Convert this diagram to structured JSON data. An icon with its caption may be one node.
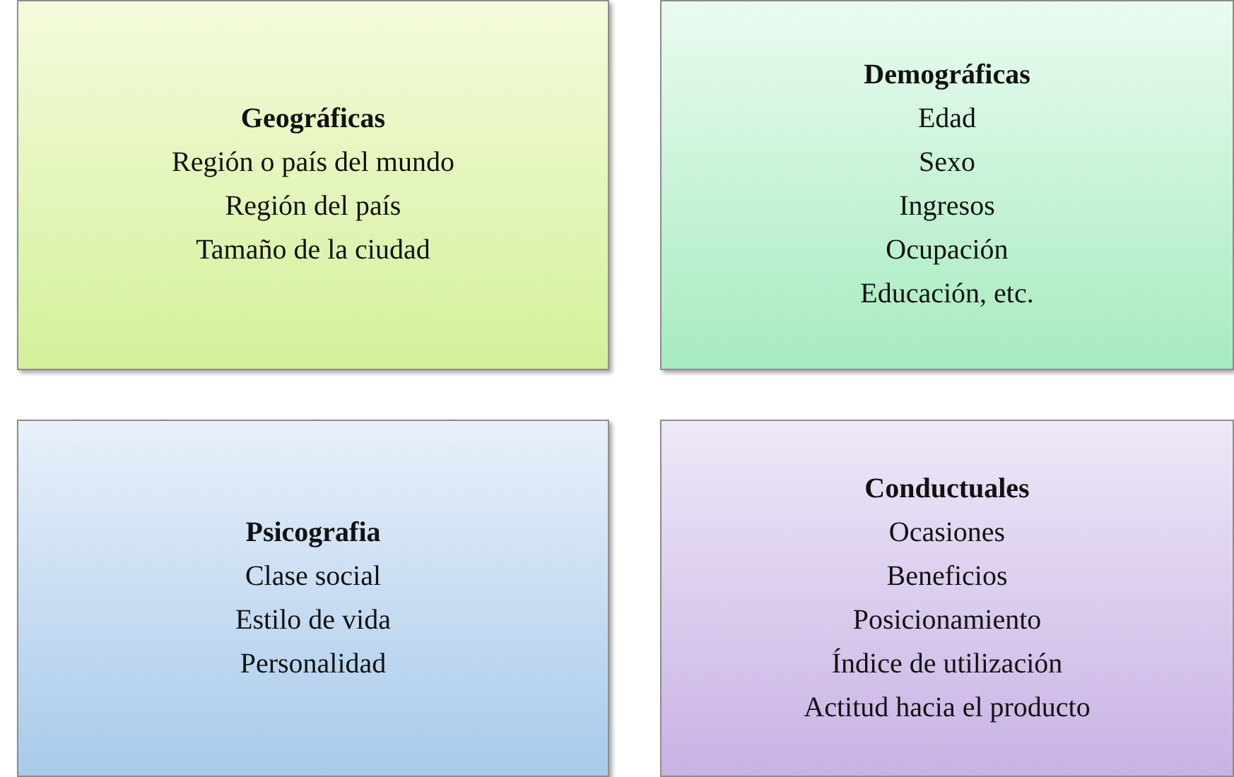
{
  "diagram": {
    "nodes": [
      {
        "text": [
          "Geográficas",
          "Región o país del mundo",
          "Región del país",
          "Tamaño de la ciudad"
        ]
      },
      {
        "text": [
          "Demográficas",
          "Edad",
          "Sexo",
          "Ingresos",
          "Ocupación",
          "Educación, etc."
        ]
      },
      {
        "text": [
          "Psicografia",
          "Clase social",
          "Estilo de vida",
          "Personalidad"
        ]
      },
      {
        "text": [
          "Conductuales",
          "Ocasiones",
          "Beneficios",
          "Posicionamiento",
          "Índice de utilización",
          "Actitud hacia el producto"
        ]
      }
    ],
    "edges": []
  }
}
